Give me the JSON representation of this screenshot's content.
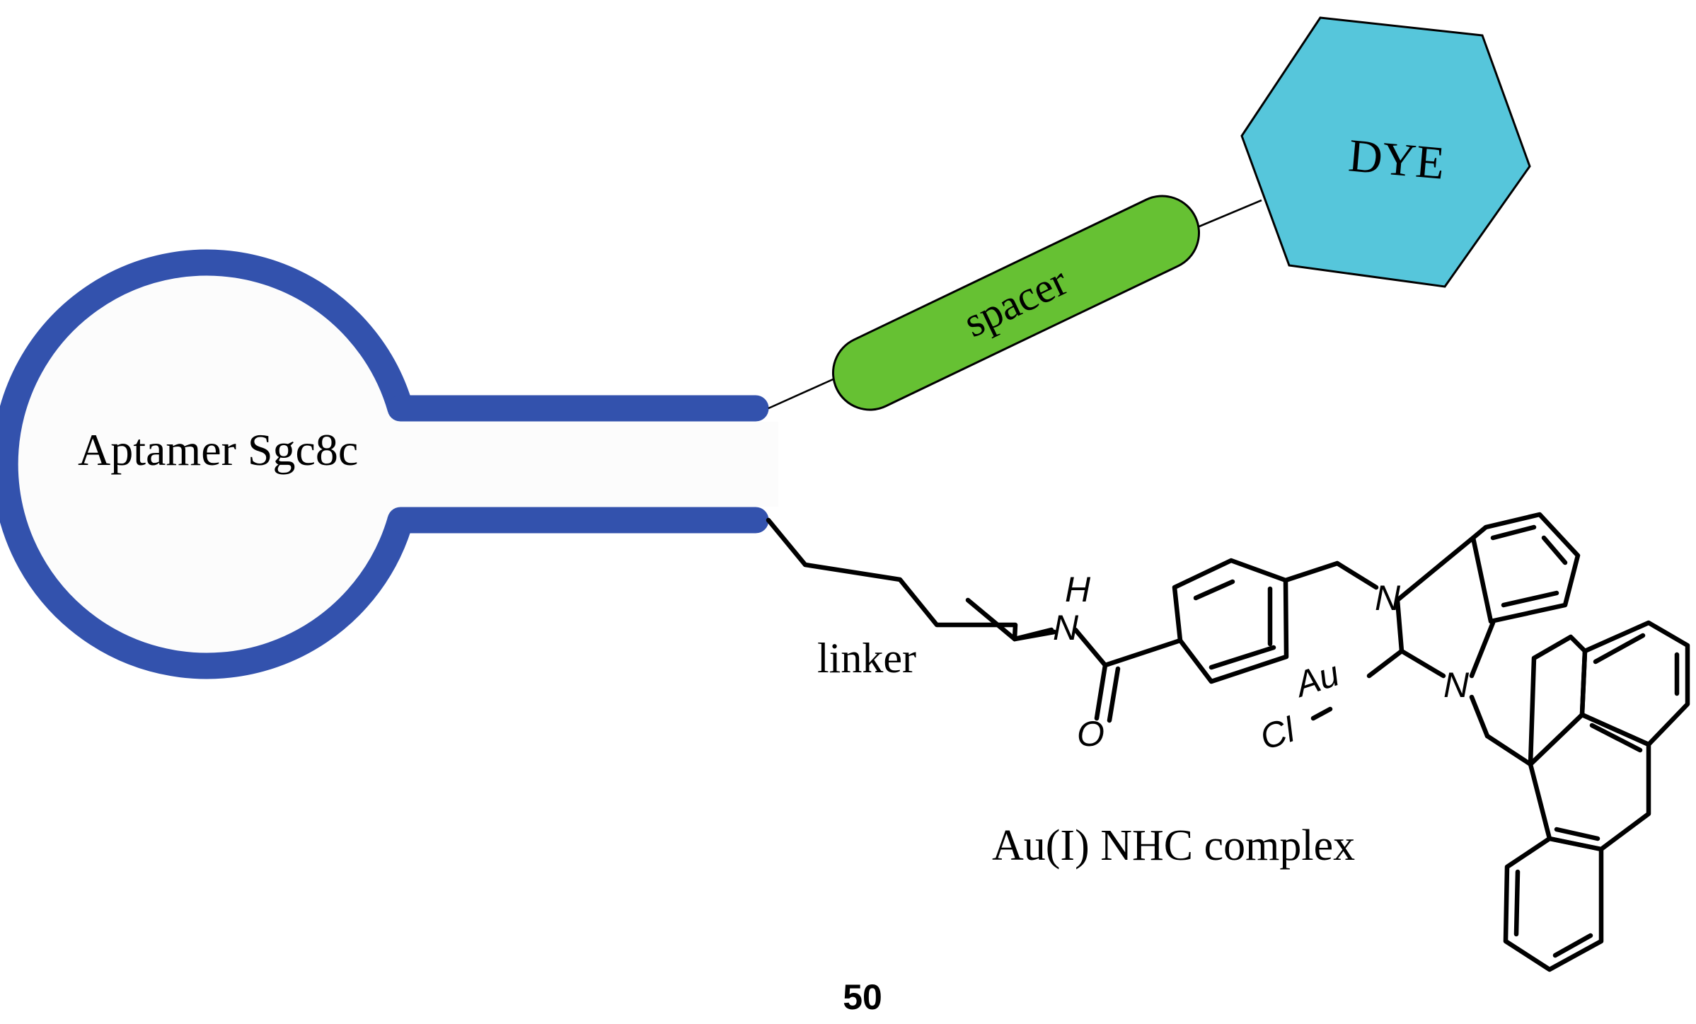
{
  "diagram": {
    "aptamer_label": "Aptamer Sgc8c",
    "spacer_label": "spacer",
    "dye_label": "DYE",
    "linker_label": "linker",
    "complex_label": "Au(I) NHC complex",
    "compound_number": "50"
  },
  "atoms": {
    "h": "H",
    "n_amide": "N",
    "o": "O",
    "n1": "N",
    "n2": "N",
    "au": "Au",
    "cl": "Cl"
  },
  "colors": {
    "aptamer": "#3352ad",
    "spacer": "#66c133",
    "dye": "#56c6db",
    "outline": "#000000"
  }
}
